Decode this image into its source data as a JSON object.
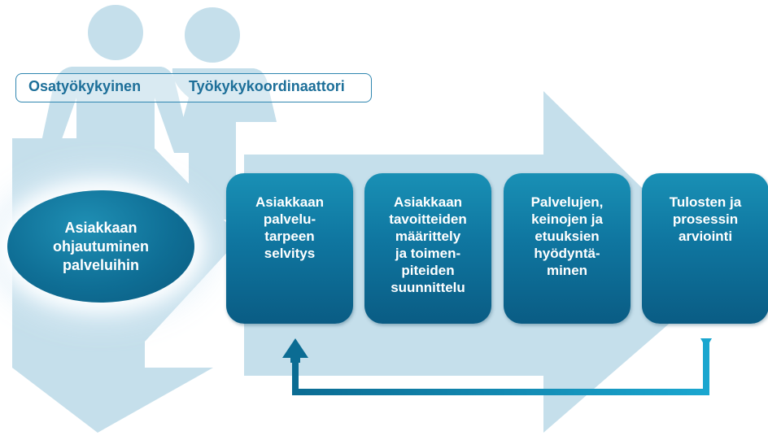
{
  "roles": [
    "Osatyökykyinen",
    "Työkykykoordinaattori"
  ],
  "start_node": "Asiakkaan\nohjautuminen\npalveluihin",
  "steps": [
    "Asiakkaan\npalvelu-\ntarpeen\nselvitys",
    "Asiakkaan\ntavoitteiden\nmäärittely\nja toimen-\npiteiden\nsuunnittelu",
    "Palvelujen,\nkeinojen ja\netuuksien\nhyödyntä-\nminen",
    "Tulosten ja\nprosessin\narviointi"
  ],
  "colors": {
    "figure": "#c5dfeb",
    "box_top": "#1990b5",
    "box_bottom": "#0a5c84",
    "role_text": "#1d6f99",
    "loop_arrow": "#1596bf"
  }
}
